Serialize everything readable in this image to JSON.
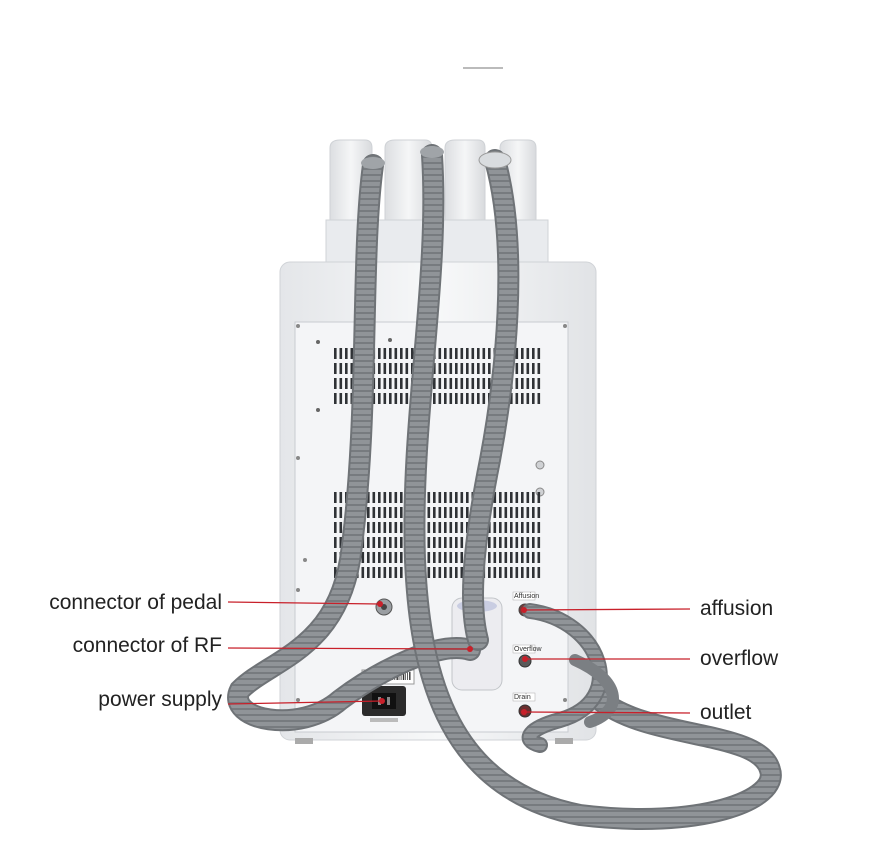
{
  "callouts": {
    "left": [
      {
        "id": "pedal",
        "label": "connector of pedal"
      },
      {
        "id": "rf",
        "label": "connector of RF"
      },
      {
        "id": "power",
        "label": "power supply"
      }
    ],
    "right": [
      {
        "id": "affusion",
        "label": "affusion"
      },
      {
        "id": "overflow",
        "label": "overflow"
      },
      {
        "id": "outlet",
        "label": "outlet"
      }
    ]
  },
  "panel_labels": {
    "affusion": "Affusion",
    "overflow": "Overflow",
    "drain": "Drain"
  },
  "colors": {
    "leader_line": "#c8202a",
    "cabinet": "#f2f3f5",
    "hose": "#8e9296",
    "text": "#222222"
  }
}
